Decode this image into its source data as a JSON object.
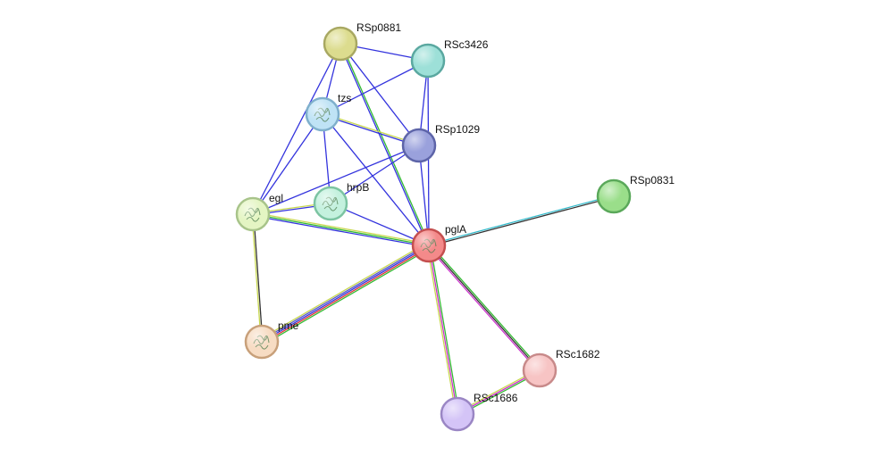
{
  "network": {
    "nodes": [
      {
        "id": "RSp0881",
        "label": "RSp0881",
        "color": "#dcdc8e",
        "border": "#a8a862"
      },
      {
        "id": "RSc3426",
        "label": "RSc3426",
        "color": "#9de0d8",
        "border": "#5aa8a0"
      },
      {
        "id": "tzs",
        "label": "tzs",
        "color": "#bfe3f5",
        "border": "#7fb0cc",
        "has_structure": true
      },
      {
        "id": "RSp1029",
        "label": "RSp1029",
        "color": "#9aa1dc",
        "border": "#5d64a8"
      },
      {
        "id": "RSp0831",
        "label": "RSp0831",
        "color": "#9ade8a",
        "border": "#5aa85a"
      },
      {
        "id": "egl",
        "label": "egl",
        "color": "#e4f5c3",
        "border": "#a8c48a",
        "has_structure": true
      },
      {
        "id": "hrpB",
        "label": "hrpB",
        "color": "#c4f1de",
        "border": "#7cc4a2",
        "has_structure": true
      },
      {
        "id": "pglA",
        "label": "pglA",
        "color": "#f48a8a",
        "border": "#c44f4f",
        "has_structure": true
      },
      {
        "id": "pme",
        "label": "pme",
        "color": "#f7dcc3",
        "border": "#c8a07a",
        "has_structure": true
      },
      {
        "id": "RSc1682",
        "label": "RSc1682",
        "color": "#f7c4c4",
        "border": "#c88a8a"
      },
      {
        "id": "RSc1686",
        "label": "RSc1686",
        "color": "#d4c4f7",
        "border": "#9a86c4"
      }
    ],
    "edge_colors": {
      "blue": "#3333dd",
      "green": "#33bb33",
      "yellow": "#c8d850",
      "dark": "#333333",
      "cyan": "#33bbcc",
      "red": "#dd3333",
      "magenta": "#cc33cc",
      "purple": "#5555cc"
    },
    "edges": [
      {
        "source": "RSp0881",
        "target": "RSc3426",
        "colors": [
          "blue"
        ]
      },
      {
        "source": "RSp0881",
        "target": "tzs",
        "colors": [
          "blue"
        ]
      },
      {
        "source": "RSp0881",
        "target": "RSp1029",
        "colors": [
          "blue"
        ]
      },
      {
        "source": "RSp0881",
        "target": "egl",
        "colors": [
          "blue"
        ]
      },
      {
        "source": "RSp0881",
        "target": "pglA",
        "colors": [
          "green",
          "blue"
        ]
      },
      {
        "source": "RSc3426",
        "target": "tzs",
        "colors": [
          "blue"
        ]
      },
      {
        "source": "RSc3426",
        "target": "RSp1029",
        "colors": [
          "blue"
        ]
      },
      {
        "source": "RSc3426",
        "target": "pglA",
        "colors": [
          "blue"
        ]
      },
      {
        "source": "tzs",
        "target": "RSp1029",
        "colors": [
          "yellow",
          "blue"
        ]
      },
      {
        "source": "tzs",
        "target": "egl",
        "colors": [
          "blue"
        ]
      },
      {
        "source": "tzs",
        "target": "hrpB",
        "colors": [
          "blue"
        ]
      },
      {
        "source": "tzs",
        "target": "pglA",
        "colors": [
          "blue"
        ]
      },
      {
        "source": "RSp1029",
        "target": "hrpB",
        "colors": [
          "blue"
        ]
      },
      {
        "source": "RSp1029",
        "target": "egl",
        "colors": [
          "blue"
        ]
      },
      {
        "source": "RSp1029",
        "target": "pglA",
        "colors": [
          "blue"
        ]
      },
      {
        "source": "egl",
        "target": "hrpB",
        "colors": [
          "yellow",
          "blue"
        ]
      },
      {
        "source": "egl",
        "target": "pglA",
        "colors": [
          "yellow",
          "green",
          "blue"
        ]
      },
      {
        "source": "egl",
        "target": "pme",
        "colors": [
          "dark",
          "yellow"
        ]
      },
      {
        "source": "hrpB",
        "target": "pglA",
        "colors": [
          "blue"
        ]
      },
      {
        "source": "pglA",
        "target": "RSp0831",
        "colors": [
          "cyan",
          "dark"
        ]
      },
      {
        "source": "pglA",
        "target": "pme",
        "colors": [
          "green",
          "red",
          "blue",
          "purple",
          "yellow"
        ]
      },
      {
        "source": "pglA",
        "target": "RSc1682",
        "colors": [
          "green",
          "dark",
          "magenta"
        ]
      },
      {
        "source": "pglA",
        "target": "RSc1686",
        "colors": [
          "green",
          "magenta",
          "yellow"
        ]
      },
      {
        "source": "RSc1682",
        "target": "RSc1686",
        "colors": [
          "green",
          "magenta",
          "yellow"
        ]
      }
    ]
  }
}
